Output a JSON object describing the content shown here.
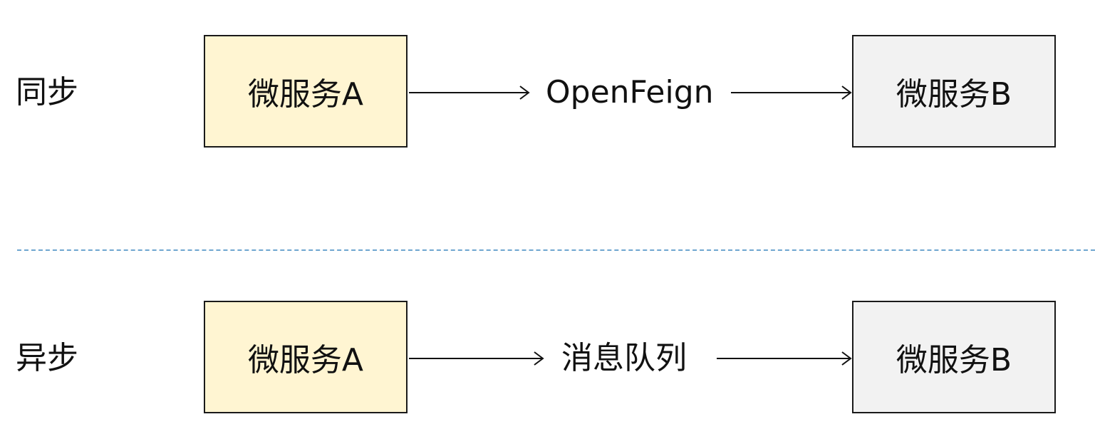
{
  "sync": {
    "label": "同步",
    "source": "微服务A",
    "middle": "OpenFeign",
    "target": "微服务B"
  },
  "async": {
    "label": "异步",
    "source": "微服务A",
    "middle": "消息队列",
    "target": "微服务B"
  },
  "colors": {
    "source_fill": "#fff5d2",
    "target_fill": "#f2f2f2",
    "border": "#1a1a1a",
    "divider": "#6ea6cf"
  }
}
